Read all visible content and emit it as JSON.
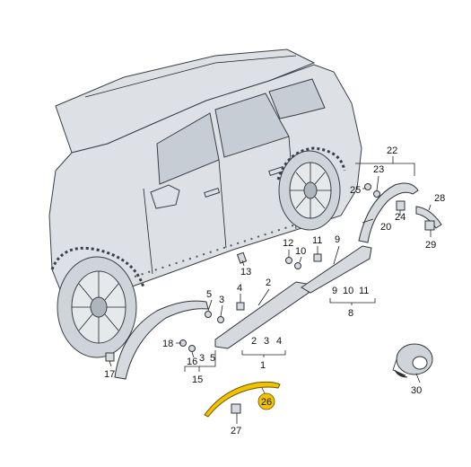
{
  "labels": {
    "p1": "1",
    "p2": "2",
    "p3": "3",
    "p4": "4",
    "p5": "5",
    "p8": "8",
    "p9": "9",
    "p10": "10",
    "p11": "11",
    "p12": "12",
    "p13": "13",
    "p15": "15",
    "p16": "16",
    "p17": "17",
    "p18": "18",
    "p20": "20",
    "p22": "22",
    "p23": "23",
    "p24": "24",
    "p25": "25",
    "p26": "26",
    "p27": "27",
    "p28": "28",
    "p29": "29",
    "p30": "30"
  },
  "groups": {
    "g1": [
      "2",
      "3",
      "4"
    ],
    "g8": [
      "9",
      "10",
      "11"
    ],
    "g15": [
      "3",
      "5"
    ]
  },
  "colors": {
    "highlight": "#f2c200",
    "highlight_stroke": "#6a5300",
    "part_line": "#2f343a"
  }
}
